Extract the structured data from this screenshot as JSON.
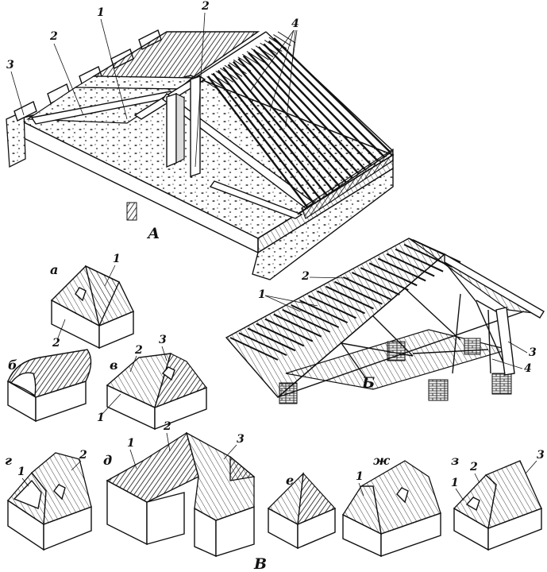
{
  "panels": {
    "A": {
      "label": "А",
      "callouts": [
        "1",
        "2",
        "2",
        "3",
        "4"
      ]
    },
    "B": {
      "label": "Б",
      "callouts": [
        "1",
        "2",
        "3",
        "4"
      ]
    },
    "V": {
      "label": "В"
    }
  },
  "roof_variants": [
    {
      "key": "a",
      "label": "а",
      "callouts": [
        "1",
        "2"
      ]
    },
    {
      "key": "b",
      "label": "б",
      "callouts": []
    },
    {
      "key": "v",
      "label": "в",
      "callouts": [
        "1",
        "2",
        "3"
      ]
    },
    {
      "key": "g",
      "label": "г",
      "callouts": [
        "1",
        "2"
      ]
    },
    {
      "key": "d",
      "label": "д",
      "callouts": [
        "1",
        "2",
        "3"
      ]
    },
    {
      "key": "e",
      "label": "е",
      "callouts": []
    },
    {
      "key": "zh",
      "label": "ж",
      "callouts": [
        "1"
      ]
    },
    {
      "key": "z",
      "label": "з",
      "callouts": [
        "1",
        "2",
        "3"
      ]
    }
  ],
  "colors": {
    "ink": "#111111",
    "paper": "#ffffff"
  }
}
